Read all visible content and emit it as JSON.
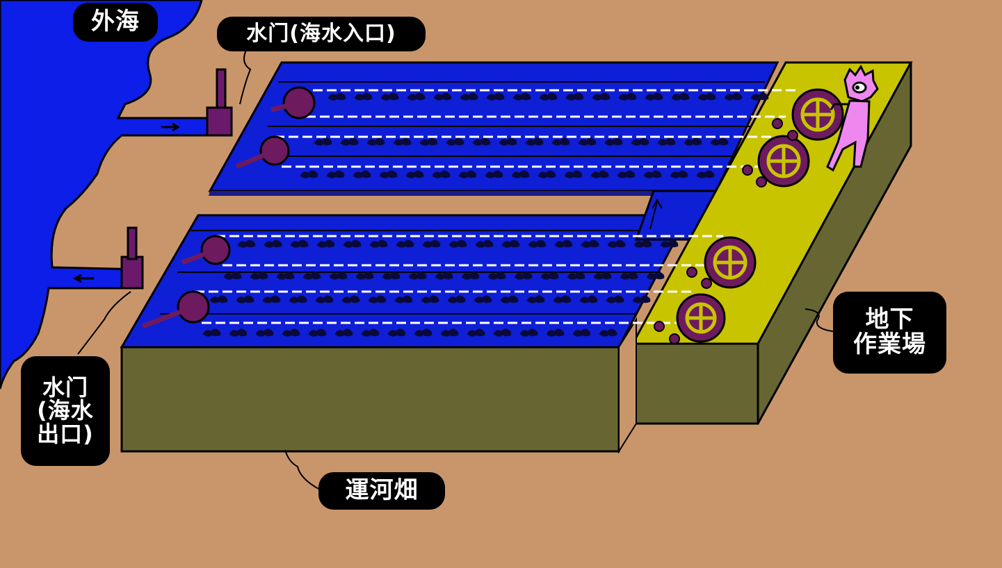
{
  "labels": {
    "outer_sea": "外海",
    "gate_in": "水门(海水入口)",
    "gate_out": "水门\n(海水\n出口)",
    "canal_field": "運河畑",
    "underground_workshop": "地下\n作業場"
  },
  "colors": {
    "ground": "#c9966b",
    "sea": "#0d1ee8",
    "canal_water": "#0f1fd6",
    "wall_side": "#676633",
    "workshop_top": "#c9c400",
    "gate": "#6b1a6b",
    "wheel": "#6e1a5e",
    "worker": "#ee88ee"
  }
}
